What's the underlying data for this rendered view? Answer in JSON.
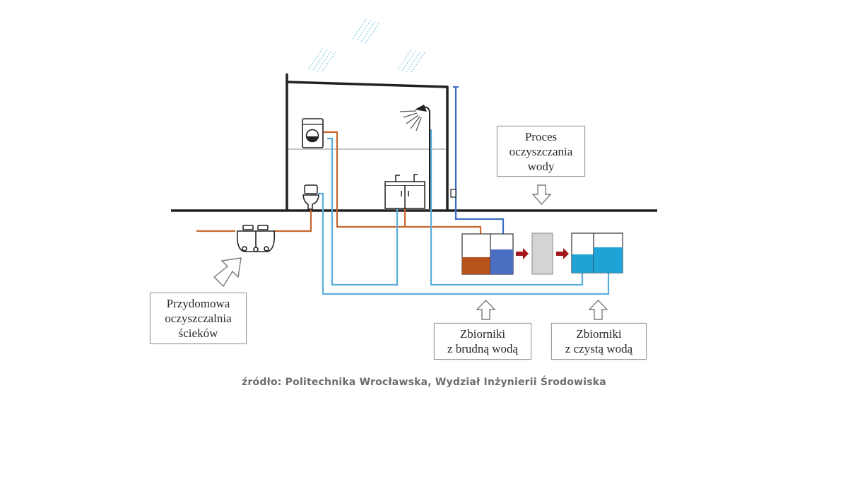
{
  "labels": {
    "proces": [
      "Proces",
      "oczyszczania",
      "wody"
    ],
    "oczyszczalnia": [
      "Przydomowa",
      "oczyszczalnia",
      "ścieków"
    ],
    "brudna": [
      "Zbiorniki",
      "z brudną wodą"
    ],
    "czysta": [
      "Zbiorniki",
      "z czystą wodą"
    ]
  },
  "source": "źródło: Politechnika Wrocławska, Wydział Inżynierii Środowiska",
  "colors": {
    "wastewater_pipe": "#c8662e",
    "clean_pipe": "#5aaedb",
    "rain_pipe": "#3c6fc4",
    "dirty_water": "#b8521b",
    "clean_water": "#1fa3d6",
    "arrow_red": "#a3171c",
    "outline": "#222222"
  },
  "icons": [
    "rain-icon",
    "washing-machine-icon",
    "shower-icon",
    "toilet-icon",
    "sink-cabinet-icon",
    "septic-tank-icon",
    "filter-unit-icon"
  ]
}
